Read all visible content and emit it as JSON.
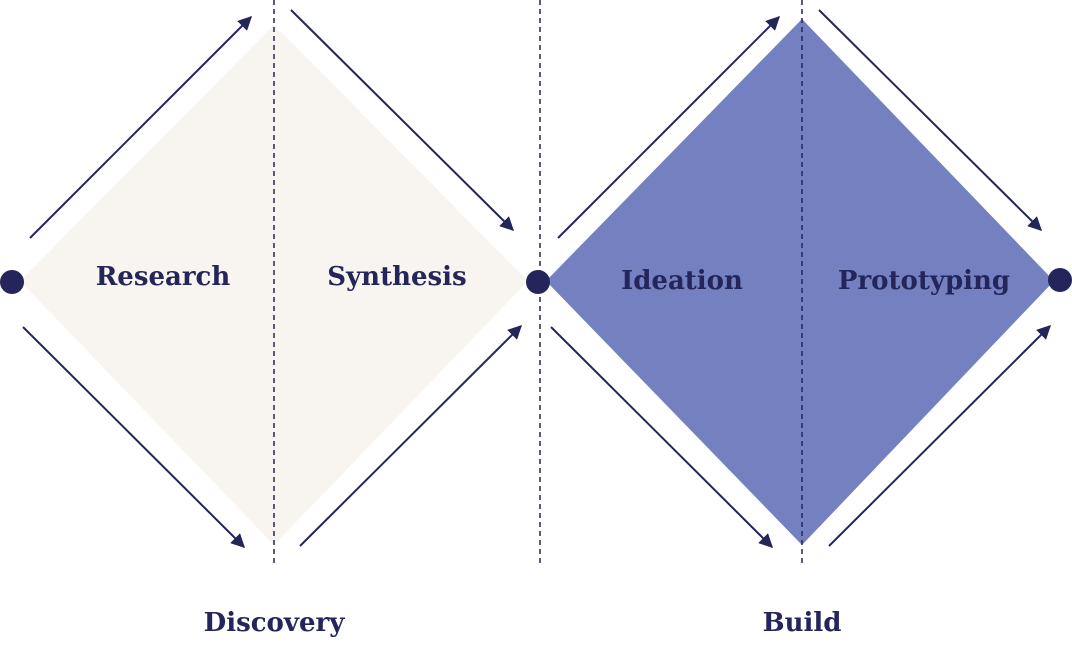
{
  "diagram": {
    "type": "double-diamond",
    "colors": {
      "ink": "#24255a",
      "discovery_fill": "#f8f4ef",
      "build_fill": "#7580c0"
    },
    "stages": [
      {
        "label": "Research"
      },
      {
        "label": "Synthesis"
      },
      {
        "label": "Ideation"
      },
      {
        "label": "Prototyping"
      }
    ],
    "phases": [
      {
        "label": "Discovery"
      },
      {
        "label": "Build"
      }
    ]
  }
}
